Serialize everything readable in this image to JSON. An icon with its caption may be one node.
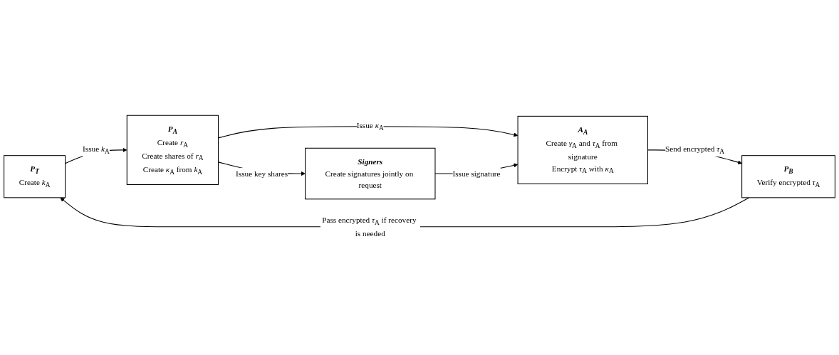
{
  "diagram": {
    "nodes": [
      {
        "text": [
          "P$_{T}$",
          "Create *k*$_{A}$"
        ]
      },
      {
        "text": [
          "P$_{A}$",
          "Create *r*$_{A}$",
          "Create shares of *r*$_{A}$",
          "Create *κ*$_{A}$ from *k*$_{A}$"
        ]
      },
      {
        "text": [
          "Signers",
          "Create signatures jointly on request"
        ]
      },
      {
        "text": [
          "A$_{A}$",
          "Create *γ*$_{A}$ and *τ*$_{A}$ from signature",
          "Encrypt *τ*$_{A}$ with *κ*$_{A}$"
        ]
      },
      {
        "text": [
          "P$_{B}$",
          "Verify encrypted *τ*$_{A}$"
        ]
      }
    ],
    "edges": [
      {
        "from": 0,
        "to": 1,
        "arrow": "to",
        "label": "Issue *k*$_{A}$"
      },
      {
        "from": 1,
        "to": 2,
        "arrow": "to",
        "label": "Issue key shares"
      },
      {
        "from": 1,
        "to": 3,
        "arrow": "to",
        "label": "Issue *κ*$_{A}$"
      },
      {
        "from": 2,
        "to": 3,
        "arrow": "to",
        "label": "Issue signature"
      },
      {
        "from": 3,
        "to": 4,
        "arrow": "to",
        "label": "Send encrypted *τ*$_{A}$"
      },
      {
        "from": 4,
        "to": 0,
        "arrow": "to",
        "label": "Pass encrypted *τ*$_{A}$ if recovery is needed"
      }
    ]
  }
}
